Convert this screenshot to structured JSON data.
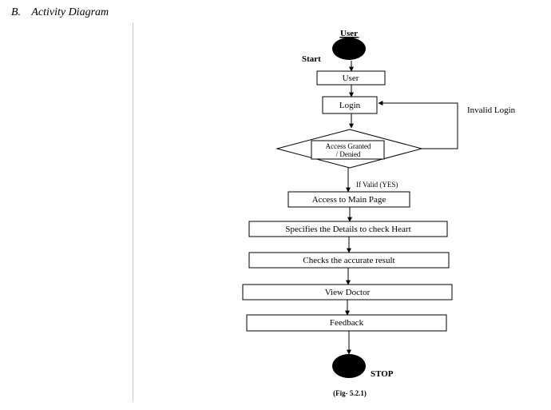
{
  "section": {
    "number": "B.",
    "title": "Activity Diagram"
  },
  "diagram": {
    "actor": "User",
    "start_label": "Start",
    "stop_label": "STOP",
    "nodes": {
      "user": "User",
      "login": "Login",
      "decision_line1": "Access Granted",
      "decision_line2": "/ Denied",
      "main_page": "Access to Main Page",
      "details": "Specifies the Details to check Heart",
      "checks": "Checks the accurate result",
      "doctor": "View Doctor",
      "feedback": "Feedback"
    },
    "edges": {
      "invalid": "Invalid Login",
      "valid": "If Valid (YES)"
    },
    "caption": "(Fig- 5.2.1)"
  }
}
